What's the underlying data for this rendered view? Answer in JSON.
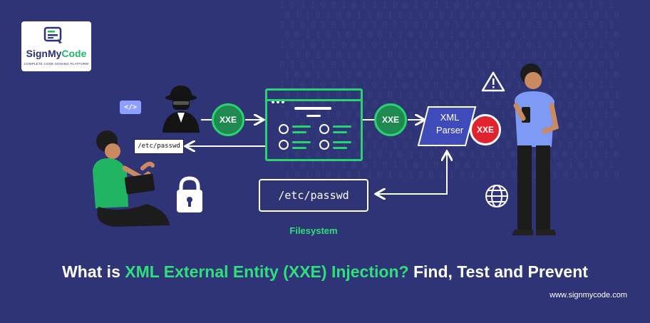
{
  "brand": {
    "name_part1": "SignMy",
    "name_part2": "Code",
    "tagline": "COMPLETE CODE SIGNING PLATFORM",
    "website": "www.signmycode.com"
  },
  "diagram": {
    "code_badge": "</>",
    "xxe_label": "XXE",
    "small_path_label": "/etc/passwd",
    "filesystem_path": "/etc/passwd",
    "filesystem_label": "Filesystem",
    "parser_line1": "XML",
    "parser_line2": "Parser"
  },
  "headline": {
    "part1": "What is ",
    "highlight": "XML External Entity (XXE) Injection?",
    "part2": " Find, Test and Prevent"
  },
  "colors": {
    "background": "#2e3475",
    "accent_green": "#27d46f",
    "alert_red": "#e0242f",
    "parser_blue": "#3e4bb8"
  },
  "icons": [
    "code-icon",
    "hacker-icon",
    "lock-icon",
    "warning-icon",
    "globe-icon",
    "signmycode-logo-icon"
  ]
}
